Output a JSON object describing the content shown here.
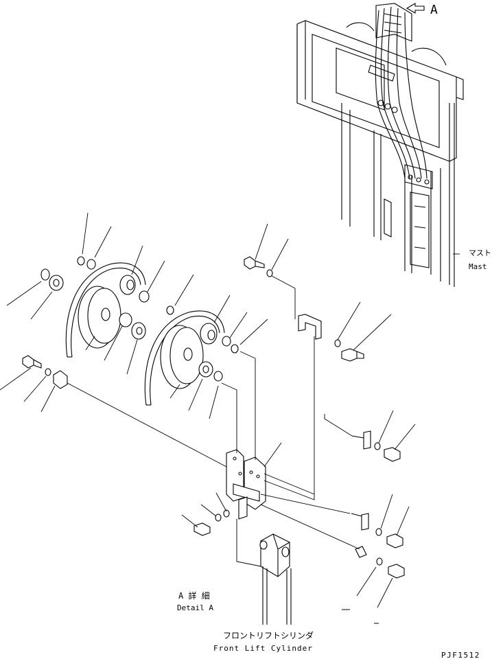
{
  "labels": {
    "view_arrow": "A",
    "mast_jp": "マスト",
    "mast_en": "Mast",
    "detail_jp": "A 詳 細",
    "detail_en": "Detail A",
    "cylinder_jp": "フロントリフトシリンダ",
    "cylinder_en": "Front Lift Cylinder",
    "drawing_code": "PJF1512"
  }
}
